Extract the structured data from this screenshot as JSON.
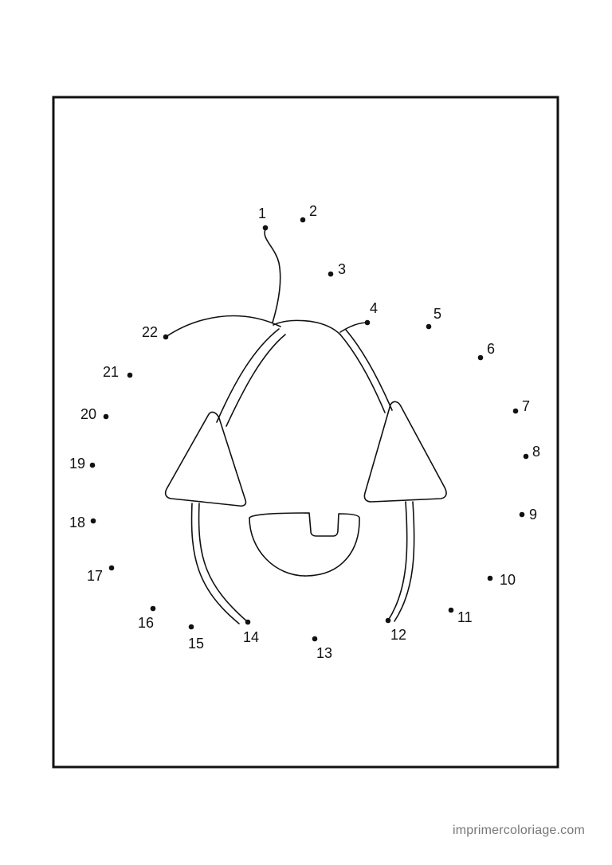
{
  "activity": {
    "type": "connect-the-dots",
    "dots": [
      {
        "n": "1"
      },
      {
        "n": "2"
      },
      {
        "n": "3"
      },
      {
        "n": "4"
      },
      {
        "n": "5"
      },
      {
        "n": "6"
      },
      {
        "n": "7"
      },
      {
        "n": "8"
      },
      {
        "n": "9"
      },
      {
        "n": "10"
      },
      {
        "n": "11"
      },
      {
        "n": "12"
      },
      {
        "n": "13"
      },
      {
        "n": "14"
      },
      {
        "n": "15"
      },
      {
        "n": "16"
      },
      {
        "n": "17"
      },
      {
        "n": "18"
      },
      {
        "n": "19"
      },
      {
        "n": "20"
      },
      {
        "n": "21"
      },
      {
        "n": "22"
      }
    ]
  },
  "footer": {
    "watermark": "imprimercoloriage.com"
  }
}
